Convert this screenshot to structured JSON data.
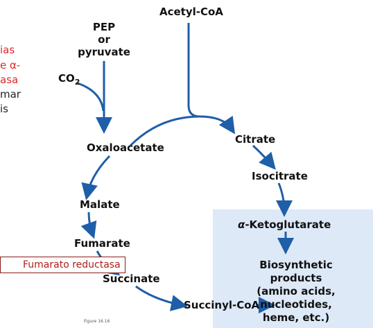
{
  "notes": {
    "line1": "ias",
    "line2": "e α-",
    "line3": "asa",
    "line4": "mar",
    "line5": "is"
  },
  "labels": {
    "acetyl_coa": "Acetyl-CoA",
    "pep_1": "PEP",
    "pep_2": "or",
    "pep_3": "pyruvate",
    "co2": "CO",
    "co2_sub": "2",
    "oxaloacetate": "Oxaloacetate",
    "citrate": "Citrate",
    "isocitrate": "Isocitrate",
    "ketoglutarate_prefix": "α",
    "ketoglutarate": "-Ketoglutarate",
    "malate": "Malate",
    "fumarate": "Fumarate",
    "succinate": "Succinate",
    "succinyl_coa": "Succinyl-CoA",
    "biosynthetic_1": "Biosynthetic",
    "biosynthetic_2": "products",
    "biosynthetic_3": "(amino acids,",
    "biosynthetic_4": "nucleotides,",
    "biosynthetic_5": "heme, etc.)"
  },
  "reductase_box": "Fumarato reductasa",
  "caption": "Figure 16.16",
  "colors": {
    "arrow": "#1f5ea8",
    "panel": "#dde9f7",
    "note_red": "#e0282a",
    "box_border": "#8b1b1b"
  }
}
